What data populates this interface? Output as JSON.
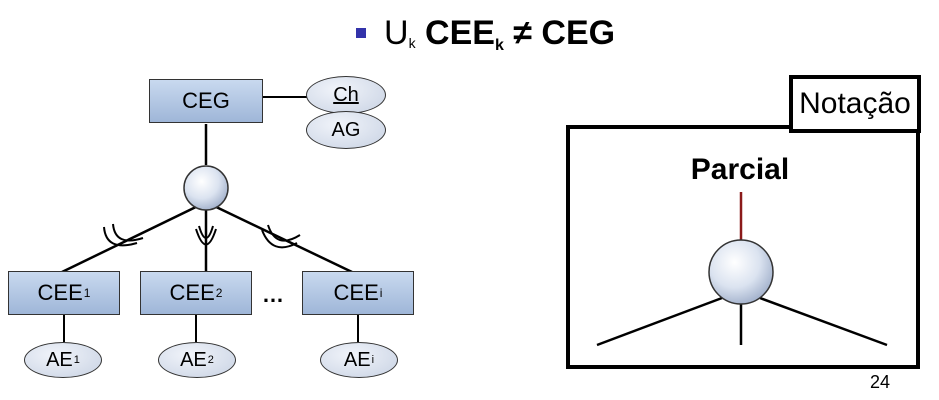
{
  "title": {
    "union_symbol": "U",
    "union_sub": "k",
    "cee": "CEE",
    "cee_sub": "k",
    "rest": " ≠ CEG"
  },
  "tree": {
    "root": "CEG",
    "attr_top": "Ch",
    "attr_bottom": "AG",
    "children": [
      {
        "label": "CEE",
        "sub": "1",
        "attr": "AE",
        "attr_sub": "1"
      },
      {
        "label": "CEE",
        "sub": "2",
        "attr": "AE",
        "attr_sub": "2"
      },
      {
        "label": "CEE",
        "sub": "i",
        "attr": "AE",
        "attr_sub": "i"
      }
    ],
    "ellipsis": "…"
  },
  "notation": {
    "tab_label": "Notação",
    "type_label": "Parcial",
    "line_color": "#8b1a1a"
  },
  "page_number": "24"
}
